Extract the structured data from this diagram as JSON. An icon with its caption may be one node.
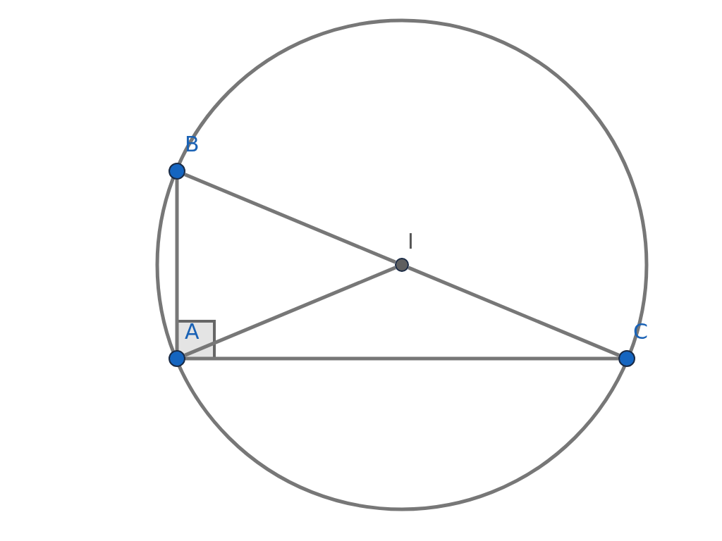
{
  "diagram": {
    "nodes": [
      {
        "text": [],
        "shape": "circle",
        "beside": [
          "B"
        ]
      },
      {
        "text": [],
        "shape": "circle",
        "beside": [
          "I"
        ]
      },
      {
        "text": [],
        "shape": "circle",
        "beside": [
          "A"
        ]
      },
      {
        "text": [],
        "shape": "circle",
        "beside": [
          "C"
        ]
      }
    ],
    "edges": [
      {
        "from": 0,
        "to": 2,
        "arrow": "none"
      },
      {
        "from": 0,
        "to": 1,
        "arrow": "none"
      },
      {
        "from": 1,
        "to": 3,
        "arrow": "none"
      },
      {
        "from": 2,
        "to": 1,
        "arrow": "none"
      },
      {
        "from": 2,
        "to": 3,
        "arrow": "none"
      }
    ]
  }
}
